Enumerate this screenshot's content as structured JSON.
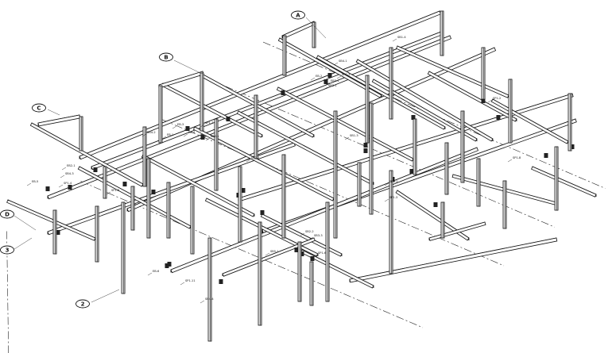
{
  "grid_bubbles": [
    "A",
    "B",
    "C",
    "D",
    "3",
    "2"
  ],
  "member_tags": [
    "SB1-4",
    "SB4-1",
    "EB-2",
    "EB3-1",
    "SB3-1",
    "SP1-1",
    "EB-3",
    "EB-1",
    "SP1-7",
    "SB2-1",
    "SB4-2",
    "EB-4",
    "SP1-2",
    "SP2-1",
    "SB1-3",
    "SB3-2",
    "SP1-3",
    "EB2-1",
    "SB4-3",
    "SP1-4",
    "EB-5",
    "SP1-5",
    "SB5-1",
    "SP1-6",
    "SB2-2",
    "SB3-3",
    "EB-6",
    "SP1-11",
    "SB4-4",
    "SP1-8"
  ]
}
